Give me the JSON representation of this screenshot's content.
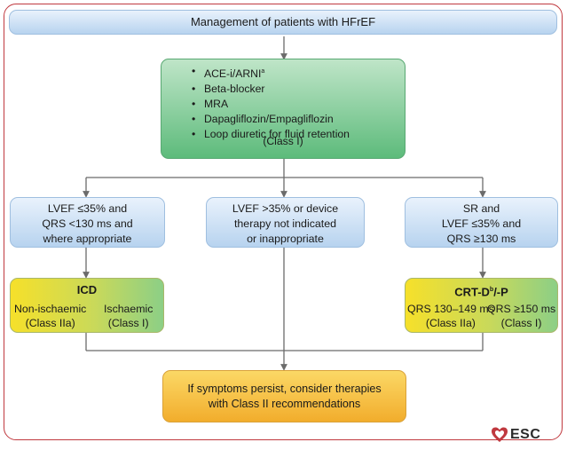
{
  "title": "Management of patients with HFrEF",
  "drugs": {
    "items": [
      "ACE-i/ARNI",
      "Beta-blocker",
      "MRA",
      "Dapagliflozin/Empagliflozin",
      "Loop diuretic for fluid retention"
    ],
    "arni_sup": "a",
    "class": "(Class I)"
  },
  "criteria": {
    "left": [
      "LVEF ≤35% and",
      "QRS <130 ms and",
      "where appropriate"
    ],
    "middle": [
      "LVEF >35% or device",
      "therapy not indicated",
      "or inappropriate"
    ],
    "right": [
      "SR and",
      "LVEF ≤35% and",
      "QRS ≥130 ms"
    ]
  },
  "icd": {
    "title": "ICD",
    "non_ischaemic": "Non-ischaemic",
    "non_ischaemic_class": "(Class IIa)",
    "ischaemic": "Ischaemic",
    "ischaemic_class": "(Class I)"
  },
  "crt": {
    "title_a": "CRT-D",
    "title_sup": "b",
    "title_b": "/-P",
    "qrs_low": "QRS 130–149 ms",
    "qrs_low_class": "(Class IIa)",
    "qrs_high": "QRS ≥150 ms",
    "qrs_high_class": "(Class I)"
  },
  "symptoms": [
    "If symptoms persist, consider therapies",
    "with Class II recommendations"
  ],
  "logo_text": "ESC",
  "colors": {
    "frame": "#c0393f",
    "blue": "#b7d3ef",
    "green": "#5dbb7b",
    "orange": "#f2ad2c",
    "yellow": "#f6e02a"
  }
}
